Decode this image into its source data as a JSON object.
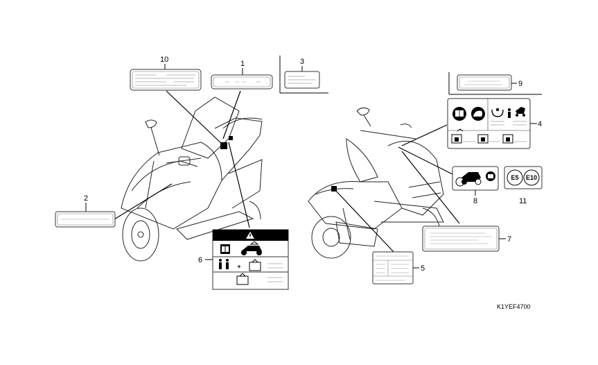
{
  "callouts": {
    "n1": "1",
    "n2": "2",
    "n3": "3",
    "n4": "4",
    "n5": "5",
    "n6": "6",
    "n7": "7",
    "n8": "8",
    "n9": "9",
    "n10": "10",
    "n11": "11"
  },
  "fuel_badges": {
    "e5": "E5",
    "e10": "E10"
  },
  "part_code": "K1YEF4700"
}
